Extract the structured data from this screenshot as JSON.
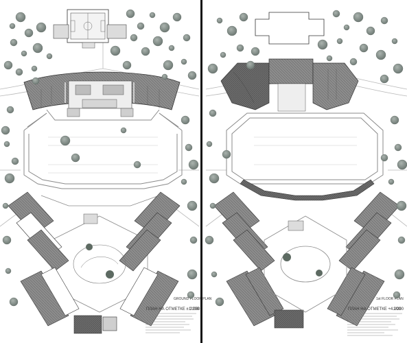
{
  "sheets": [
    {
      "id": "ground",
      "title": "ПЛАН НА ОТМЕТКЕ ± 0.000",
      "scale": "1/200",
      "caption": "GROUND FLOOR PLAN"
    },
    {
      "id": "first",
      "title": "ПЛАН НА ОТМЕТКЕ +4.200",
      "scale": "1/200",
      "caption": "1st FLOOR PLAN"
    }
  ],
  "colors": {
    "building_fill": "#8a8a8a",
    "building_dark": "#5f5f5f",
    "tree": "#7f8a85",
    "line": "#9a9a9a",
    "divider": "#111111"
  }
}
